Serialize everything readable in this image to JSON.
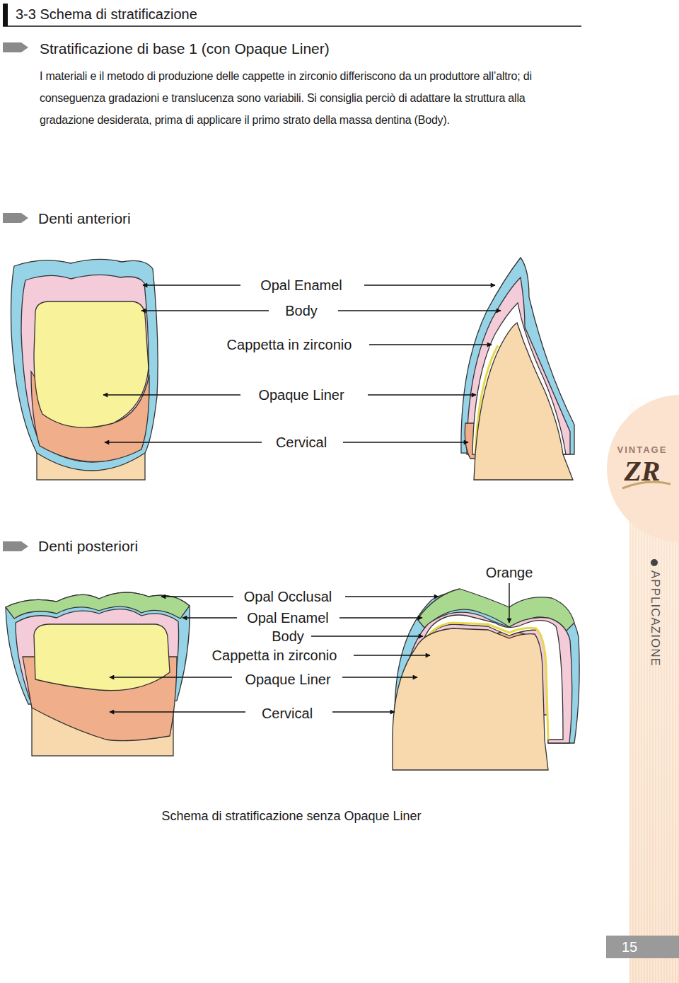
{
  "diagram": {
    "title": "3-3 Schema di stratificazione",
    "caption": "Schema di stratificazione senza Opaque Liner",
    "labels": [
      "Stratificazione di base 1 (con Opaque Liner)",
      "I materiali e il metodo di produzione delle cappette in zirconio differiscono da un produttore all’altro; di conseguenza gradazioni e translucenza sono variabili. Si consiglia perciò di adattare la struttura alla gradazione desiderata, prima di applicare il primo strato della massa dentina (Body).",
      "Denti anteriori",
      "Opal Enamel",
      "Body",
      "Cappetta in zirconio",
      "Opaque Liner",
      "Cervical",
      "Denti posteriori",
      "Orange",
      "Opal Occlusal",
      "Opal Enamel",
      "Body",
      "Cappetta in zirconio",
      "Opaque Liner",
      "Cervical",
      "VINTAGE",
      "ZR",
      "APPLICAZIONE",
      "15"
    ]
  }
}
